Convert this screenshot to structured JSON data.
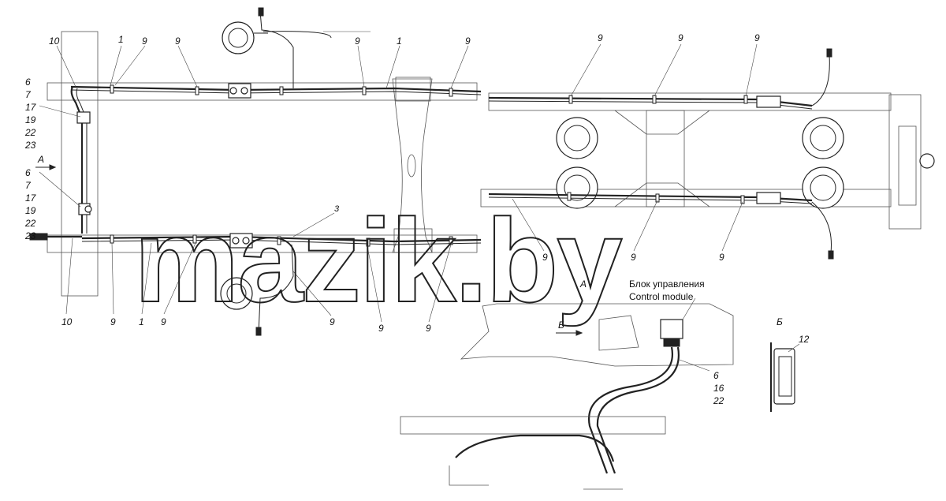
{
  "labels": {
    "left_top": [
      "10",
      "1",
      "9",
      "9",
      "9",
      "1",
      "9"
    ],
    "left_side_upper": [
      "6",
      "7",
      "17",
      "19",
      "22",
      "23"
    ],
    "left_side_lower": [
      "6",
      "7",
      "17",
      "19",
      "22",
      "23"
    ],
    "left_bottom": [
      "10",
      "9",
      "1",
      "9",
      "9",
      "9",
      "9"
    ],
    "mid_small": "3",
    "right_top": [
      "9",
      "9",
      "9"
    ],
    "right_mid": [
      "9",
      "9",
      "9"
    ],
    "view_a": "А",
    "view_b": "Б",
    "section_b": "Б",
    "item_12": "12",
    "module_items": [
      "6",
      "16",
      "22"
    ]
  },
  "control_module": {
    "ru": "Блок управления",
    "en": "Control module"
  },
  "watermark": "mazik.by"
}
